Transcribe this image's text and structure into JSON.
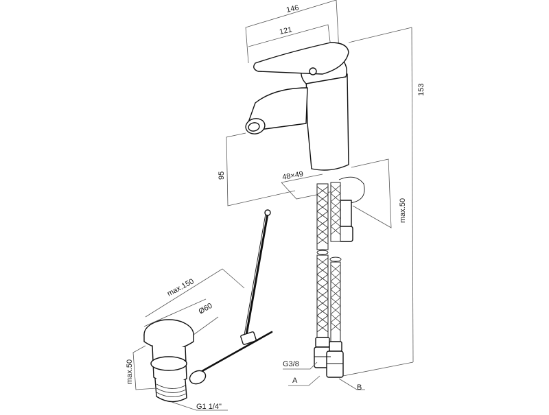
{
  "dimensions": {
    "width_outer": "146",
    "width_lever": "121",
    "height_total": "153",
    "height_spout": "95",
    "mount_hole": "48×49",
    "deck_thickness_faucet": "max.50",
    "waste_reach": "max.150",
    "waste_plug_diameter": "Ø60",
    "waste_deck_thickness": "max.50",
    "waste_thread": "G1 1/4\"",
    "hose_thread": "G3/8"
  },
  "callouts": {
    "hose_a": "A",
    "hose_b": "B"
  }
}
